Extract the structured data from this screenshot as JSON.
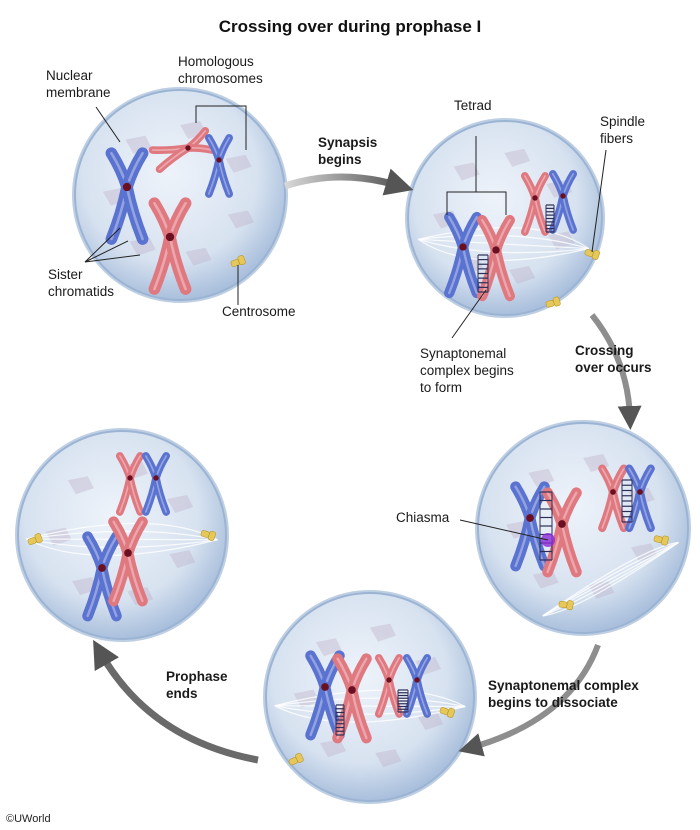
{
  "title": "Crossing over during prophase I",
  "labels": {
    "nuclear_membrane": [
      "Nuclear",
      "membrane"
    ],
    "homologous_chromosomes": [
      "Homologous",
      "chromosomes"
    ],
    "sister_chromatids": [
      "Sister",
      "chromatids"
    ],
    "centrosome": "Centrosome",
    "tetrad": "Tetrad",
    "spindle_fibers": [
      "Spindle",
      "fibers"
    ],
    "synaptonemal_forms": [
      "Synaptonemal",
      "complex begins",
      "to form"
    ],
    "chiasma": "Chiasma"
  },
  "steps": {
    "synapsis": [
      "Synapsis",
      "begins"
    ],
    "crossing": [
      "Crossing",
      "over occurs"
    ],
    "dissociate": [
      "Synaptonemal complex",
      "begins to dissociate"
    ],
    "prophase_end": [
      "Prophase",
      "ends"
    ]
  },
  "copyright": "©UWorld",
  "colors": {
    "maternal_chromosome": "#e07880",
    "paternal_chromosome": "#5a72d0",
    "centromere": "#6a1020",
    "centrosome": "#e6c85a",
    "cell_fill": "#dde6f2",
    "cell_rim": "#8aa8cc",
    "arrow": "#666666"
  }
}
